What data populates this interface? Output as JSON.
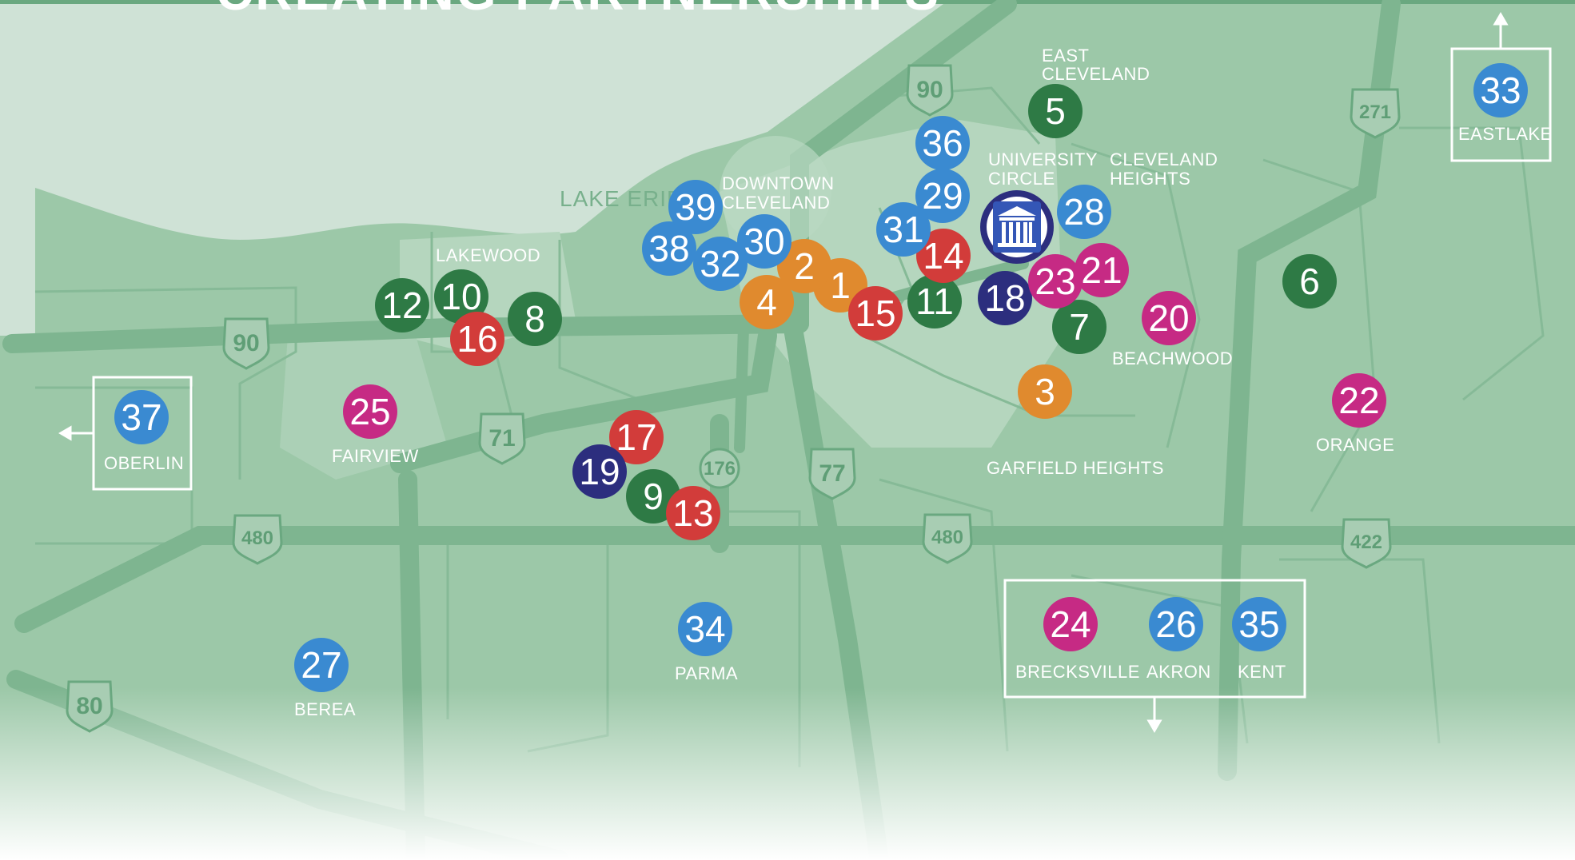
{
  "heading": "CREATING PARTNERSHIPS",
  "water_label": "LAKE ERIE",
  "colors": {
    "blue": "#3a8ad1",
    "green": "#2e7a45",
    "orange": "#e08a2e",
    "red": "#d23c3a",
    "navy": "#2c2e7e",
    "magenta": "#c62a84",
    "land": "#9cc8a8",
    "road": "#7eb590",
    "water": "#cfe2d6"
  },
  "place_labels": {
    "east_cleveland": [
      "EAST",
      "CLEVELAND"
    ],
    "university_circle": [
      "UNIVERSITY",
      "CIRCLE"
    ],
    "cleveland_heights": [
      "CLEVELAND",
      "HEIGHTS"
    ],
    "downtown_cleveland": [
      "DOWNTOWN",
      "CLEVELAND"
    ],
    "lakewood": "LAKEWOOD",
    "beachwood": "BEACHWOOD",
    "orange": "ORANGE",
    "garfield_heights": "GARFIELD HEIGHTS",
    "fairview": "FAIRVIEW",
    "oberlin": "OBERLIN",
    "eastlake": "EASTLAKE",
    "parma": "PARMA",
    "berea": "BEREA",
    "brecksville": "BRECKSVILLE",
    "akron": "AKRON",
    "kent": "KENT"
  },
  "highways": [
    "90",
    "90",
    "271",
    "71",
    "176",
    "77",
    "480",
    "480",
    "422",
    "80"
  ],
  "markers": [
    {
      "num": "1",
      "color": "orange"
    },
    {
      "num": "2",
      "color": "orange"
    },
    {
      "num": "3",
      "color": "orange"
    },
    {
      "num": "4",
      "color": "orange"
    },
    {
      "num": "5",
      "color": "green"
    },
    {
      "num": "6",
      "color": "green"
    },
    {
      "num": "7",
      "color": "green"
    },
    {
      "num": "8",
      "color": "green"
    },
    {
      "num": "9",
      "color": "green"
    },
    {
      "num": "10",
      "color": "green"
    },
    {
      "num": "11",
      "color": "green"
    },
    {
      "num": "12",
      "color": "green"
    },
    {
      "num": "13",
      "color": "red"
    },
    {
      "num": "14",
      "color": "red"
    },
    {
      "num": "15",
      "color": "red"
    },
    {
      "num": "16",
      "color": "red"
    },
    {
      "num": "17",
      "color": "red"
    },
    {
      "num": "18",
      "color": "navy"
    },
    {
      "num": "19",
      "color": "navy"
    },
    {
      "num": "20",
      "color": "magenta"
    },
    {
      "num": "21",
      "color": "magenta"
    },
    {
      "num": "22",
      "color": "magenta"
    },
    {
      "num": "23",
      "color": "magenta"
    },
    {
      "num": "24",
      "color": "magenta"
    },
    {
      "num": "25",
      "color": "magenta"
    },
    {
      "num": "26",
      "color": "blue"
    },
    {
      "num": "27",
      "color": "blue"
    },
    {
      "num": "28",
      "color": "blue"
    },
    {
      "num": "29",
      "color": "blue"
    },
    {
      "num": "30",
      "color": "blue"
    },
    {
      "num": "31",
      "color": "blue"
    },
    {
      "num": "32",
      "color": "blue"
    },
    {
      "num": "33",
      "color": "blue"
    },
    {
      "num": "34",
      "color": "blue"
    },
    {
      "num": "35",
      "color": "blue"
    },
    {
      "num": "36",
      "color": "blue"
    },
    {
      "num": "37",
      "color": "blue"
    },
    {
      "num": "38",
      "color": "blue"
    },
    {
      "num": "39",
      "color": "blue"
    }
  ]
}
